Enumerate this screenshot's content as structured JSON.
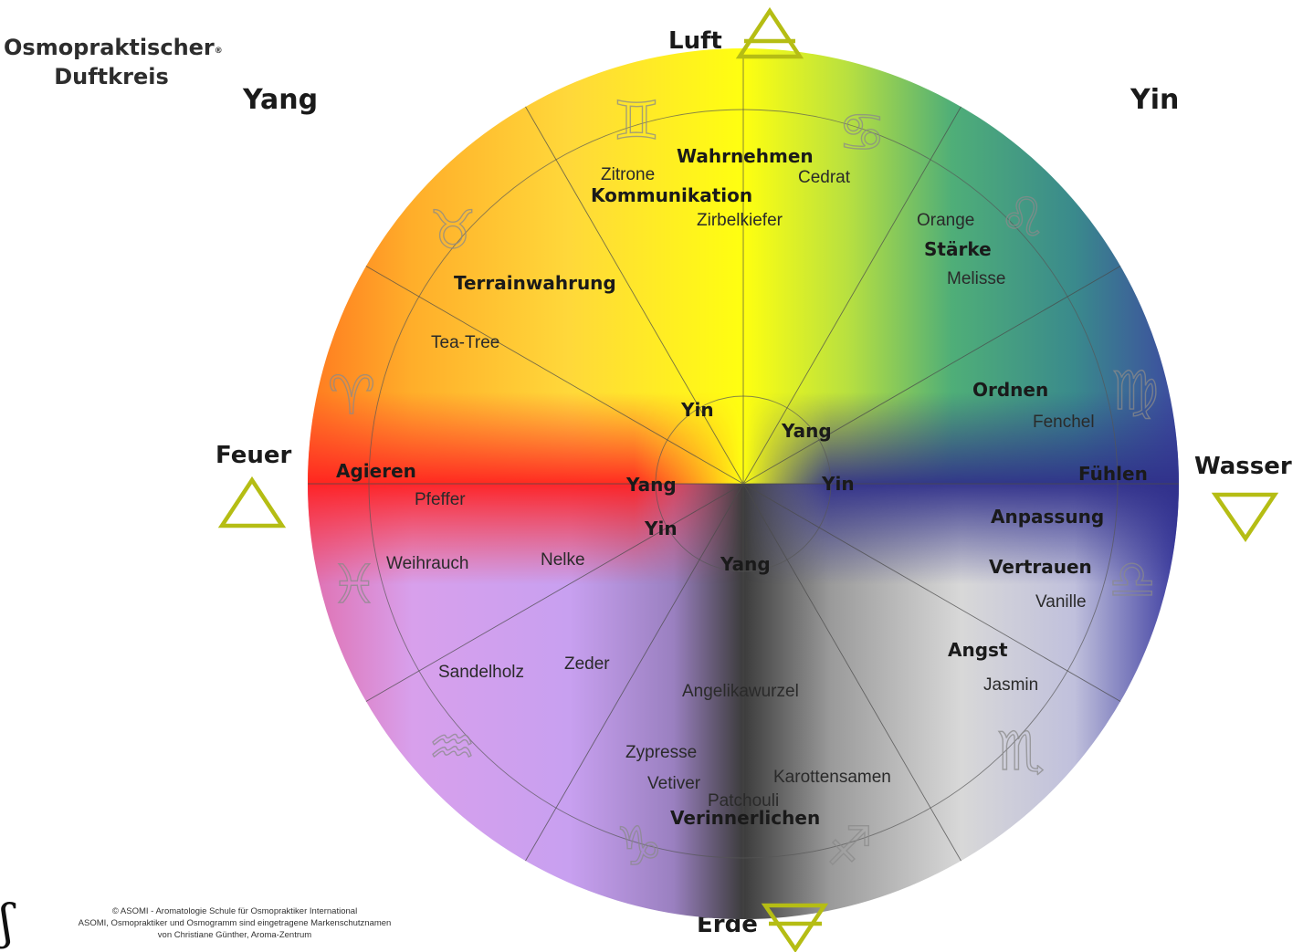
{
  "title": {
    "line1": "Osmopraktischer",
    "reg": "®",
    "line2": "Duftkreis"
  },
  "corners": {
    "yang": "Yang",
    "yin": "Yin"
  },
  "elements": {
    "luft": "Luft",
    "feuer": "Feuer",
    "wasser": "Wasser",
    "erde": "Erde"
  },
  "inner": {
    "yin_top": "Yin",
    "yang_right": "Yang",
    "yin_right": "Yin",
    "yang_left": "Yang",
    "yin_bottom": "Yin",
    "yang_bottom": "Yang"
  },
  "keywords": {
    "wahrnehmen": "Wahrnehmen",
    "kommunikation": "Kommunikation",
    "staerke": "Stärke",
    "terrainwahrung": "Terrainwahrung",
    "ordnen": "Ordnen",
    "agieren": "Agieren",
    "fuehlen": "Fühlen",
    "anpassung": "Anpassung",
    "vertrauen": "Vertrauen",
    "angst": "Angst",
    "verinnerlichen": "Verinnerlichen"
  },
  "scents": {
    "zitrone": "Zitrone",
    "cedrat": "Cedrat",
    "zirbelkiefer": "Zirbelkiefer",
    "orange": "Orange",
    "melisse": "Melisse",
    "tea_tree": "Tea-Tree",
    "fenchel": "Fenchel",
    "pfeffer": "Pfeffer",
    "weihrauch": "Weihrauch",
    "nelke": "Nelke",
    "vanille": "Vanille",
    "jasmin": "Jasmin",
    "sandelholz": "Sandelholz",
    "zeder": "Zeder",
    "angelikawurzel": "Angelikawurzel",
    "zypresse": "Zypresse",
    "vetiver": "Vetiver",
    "karottensamen": "Karottensamen",
    "patchouli": "Patchouli"
  },
  "zodiac": {
    "gemini": "♊",
    "cancer": "♋",
    "taurus": "♉",
    "leo": "♌",
    "aries": "♈",
    "virgo": "♍",
    "pisces": "♓",
    "libra": "♎",
    "aquarius": "♒",
    "scorpio": "♏",
    "capricorn": "♑",
    "sagittarius": "♐"
  },
  "copyright": {
    "line1": "© ASOMI - Aromatologie Schule für Osmopraktiker International",
    "line2": "ASOMI, Osmopraktiker und Osmogramm sind eingetragene Markenschutznamen",
    "line3": "von Christiane Günther, Aroma-Zentrum"
  },
  "logo": "ʃ",
  "colors": {
    "yellow": "#ffff00",
    "green": "#4db36a",
    "teal": "#3a8a8a",
    "blue": "#30308a",
    "red": "#ff2020",
    "orange": "#ff9a20",
    "violet": "#c8a0f0",
    "gray": "#808080",
    "triangle": "#b5bd14"
  }
}
